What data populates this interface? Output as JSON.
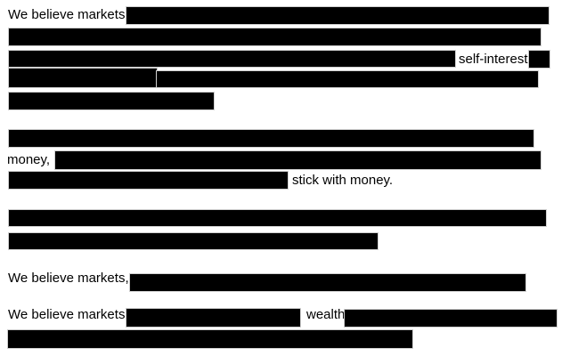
{
  "page": {
    "background_color": "#ffffff",
    "text_color": "#000000",
    "redaction": {
      "fill_color": "#000000",
      "halo_color": "#cfcfcf",
      "bar_count": 16
    },
    "phrases": {
      "p1_lead": "We believe markets",
      "p1_self_interest": "self-interest.",
      "p2_money": "money,",
      "p2_stick": "stick with money.",
      "p4_lead": "We believe markets,",
      "p5_lead": "We believe markets",
      "p5_wealth": "wealth"
    }
  }
}
